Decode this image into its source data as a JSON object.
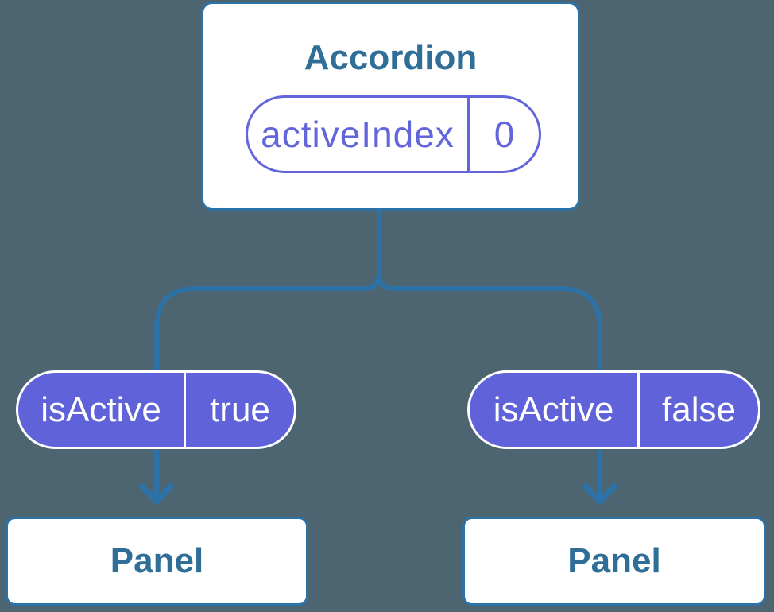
{
  "diagram": {
    "root_node": {
      "title": "Accordion",
      "prop_pill": {
        "name": "activeIndex",
        "value": "0"
      }
    },
    "state_pills": [
      {
        "name": "isActive",
        "value": "true"
      },
      {
        "name": "isActive",
        "value": "false"
      }
    ],
    "leaf_nodes": [
      {
        "title": "Panel"
      },
      {
        "title": "Panel"
      }
    ],
    "icons": {
      "arrow_down": "chevron-down"
    },
    "colors": {
      "background": "#4D6570",
      "connector_blue": "#2D72A7",
      "node_border_blue": "#2D72A7",
      "node_text_blue": "#2F6E96",
      "node_bg": "#FFFFFF",
      "pill_purple_fill": "#5F62D8",
      "pill_purple_outline": "#6366DB",
      "pill_text_white": "#FFFFFF"
    }
  }
}
